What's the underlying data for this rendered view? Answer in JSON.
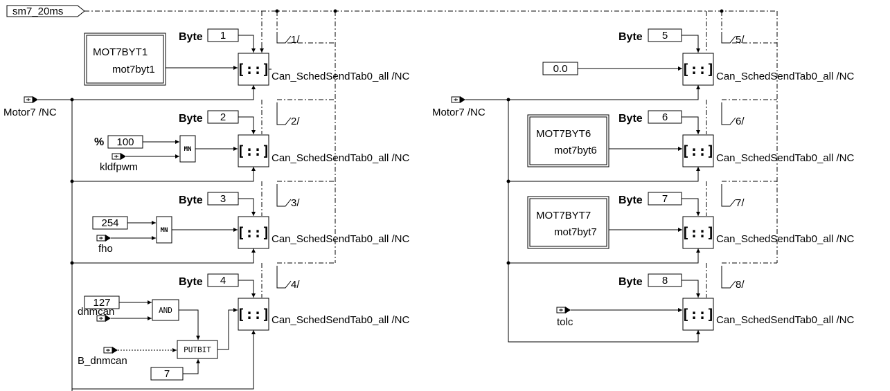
{
  "trigger": "sm7_20ms",
  "message_label": "Motor7 /NC",
  "byte_label": "Byte",
  "send_label": "Can_SchedSendTab0_all /NC",
  "send_symbol": "[::]",
  "left": {
    "byte1": {
      "index": "1",
      "event": "1/",
      "block_title": "MOT7BYT1",
      "block_var": "mot7byt1"
    },
    "byte2": {
      "index": "2",
      "event": "2/",
      "unit": "%",
      "const": "100",
      "signal": "kldfpwm",
      "op": "MN"
    },
    "byte3": {
      "index": "3",
      "event": "3/",
      "const": "254",
      "signal": "fho",
      "op": "MN"
    },
    "byte4": {
      "index": "4",
      "event": "4/",
      "const_and": "127",
      "signal": "dnmcan",
      "op_and": "AND",
      "bit_signal": "B_dnmcan",
      "op_putbit": "PUTBIT",
      "bit_pos": "7"
    }
  },
  "right": {
    "byte5": {
      "index": "5",
      "event": "5/",
      "const": "0.0"
    },
    "byte6": {
      "index": "6",
      "event": "6/",
      "block_title": "MOT7BYT6",
      "block_var": "mot7byt6"
    },
    "byte7": {
      "index": "7",
      "event": "7/",
      "block_title": "MOT7BYT7",
      "block_var": "mot7byt7"
    },
    "byte8": {
      "index": "8",
      "event": "8/",
      "signal": "tolc"
    }
  }
}
